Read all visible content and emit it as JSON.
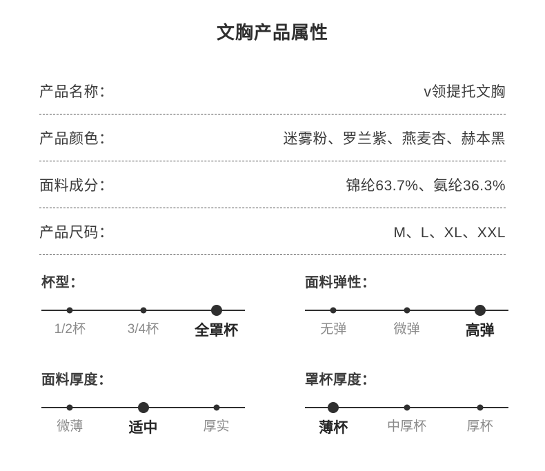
{
  "page": {
    "title": "文胸产品属性"
  },
  "spec_rows": [
    {
      "label": "产品名称：",
      "value": "v领提托文胸"
    },
    {
      "label": "产品颜色：",
      "value": "迷雾粉、罗兰紫、燕麦杏、赫本黑"
    },
    {
      "label": "面料成分：",
      "value": "锦纶63.7%、氨纶36.3%"
    },
    {
      "label": "产品尺码：",
      "value": "M、L、XL、XXL"
    }
  ],
  "sliders": [
    {
      "heading": "杯型：",
      "options": [
        "1/2杯",
        "3/4杯",
        "全罩杯"
      ],
      "selected_index": 2,
      "selected_value": "全罩杯"
    },
    {
      "heading": "面料弹性：",
      "options": [
        "无弹",
        "微弹",
        "高弹"
      ],
      "selected_index": 2,
      "selected_value": "高弹"
    },
    {
      "heading": "面料厚度：",
      "options": [
        "微薄",
        "适中",
        "厚实"
      ],
      "selected_index": 1,
      "selected_value": "适中"
    },
    {
      "heading": "罩杯厚度：",
      "options": [
        "薄杯",
        "中厚杯",
        "厚杯"
      ],
      "selected_index": 0,
      "selected_value": "薄杯"
    }
  ],
  "colors": {
    "text_primary": "#3b3b3b",
    "text_muted": "#8a8a8a",
    "text_active": "#262626",
    "marker": "#2f2f2f",
    "divider": "#4a4a4a",
    "background": "#ffffff"
  }
}
